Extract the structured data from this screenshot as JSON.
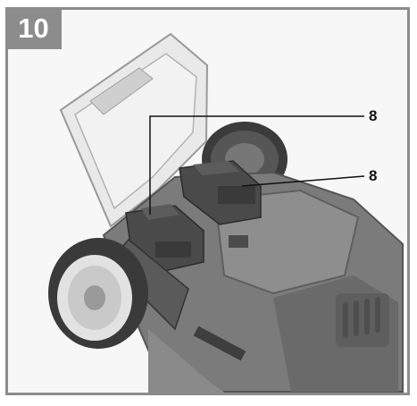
{
  "figure": {
    "step_number": "10",
    "callouts": [
      {
        "label": "8"
      },
      {
        "label": "8"
      }
    ],
    "colors": {
      "frame": "#8c8c8c",
      "badge_text": "#ffffff",
      "mower_body": "#7a7a7a",
      "tires": "#3a3a3a",
      "battery": "#4a4a4a",
      "lid": "#e6e6e6"
    }
  }
}
